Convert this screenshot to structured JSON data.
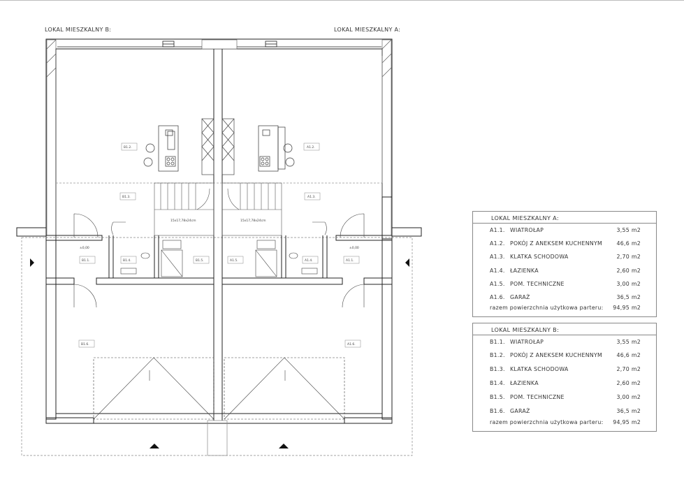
{
  "labels": {
    "unit_b_heading": "LOKAL MIESZKALNY B:",
    "unit_a_heading": "LOKAL MIESZKALNY A:",
    "room_b12": "B1.2.",
    "room_a12": "A1.2.",
    "room_b13": "B1.3.",
    "room_a13": "A1.3.",
    "room_b11": "B1.1.",
    "room_b14": "B1.4.",
    "room_b15": "B1.5.",
    "room_a15": "A1.5.",
    "room_a14": "A1.4.",
    "room_a11": "A1.1.",
    "room_b16": "B1.6.",
    "room_a16": "A1.6.",
    "level_left": "±0,00",
    "level_right": "±0,00",
    "stair_b": "15x17,78x24cm",
    "stair_a": "15x17,78x24cm"
  },
  "table_a": {
    "title": "LOKAL MIESZKALNY A:",
    "rows": [
      {
        "code": "A1.1.",
        "name": "WIATROŁAP",
        "area": "3,55 m2"
      },
      {
        "code": "A1.2.",
        "name": "POKÓJ Z ANEKSEM KUCHENNYM",
        "area": "46,6 m2"
      },
      {
        "code": "A1.3.",
        "name": "KLATKA SCHODOWA",
        "area": "2,70 m2"
      },
      {
        "code": "A1.4.",
        "name": "ŁAZIENKA",
        "area": "2,60 m2"
      },
      {
        "code": "A1.5.",
        "name": "POM. TECHNICZNE",
        "area": "3,00 m2"
      },
      {
        "code": "A1.6.",
        "name": "GARAŻ",
        "area": "36,5 m2"
      }
    ],
    "total_label": "razem powierzchnia użytkowa parteru:",
    "total_value": "94,95 m2"
  },
  "table_b": {
    "title": "LOKAL MIESZKALNY B:",
    "rows": [
      {
        "code": "B1.1.",
        "name": "WIATROŁAP",
        "area": "3,55 m2"
      },
      {
        "code": "B1.2.",
        "name": "POKÓJ Z ANEKSEM KUCHENNYM",
        "area": "46,6 m2"
      },
      {
        "code": "B1.3.",
        "name": "KLATKA SCHODOWA",
        "area": "2,70 m2"
      },
      {
        "code": "B1.4.",
        "name": "ŁAZIENKA",
        "area": "2,60 m2"
      },
      {
        "code": "B1.5.",
        "name": "POM. TECHNICZNE",
        "area": "3,00 m2"
      },
      {
        "code": "B1.6.",
        "name": "GARAŻ",
        "area": "36,5 m2"
      }
    ],
    "total_label": "razem powierzchnia użytkowa parteru:",
    "total_value": "94,95 m2"
  },
  "colors": {
    "line": "#222222",
    "wall_fill": "#ffffff",
    "light": "#999999",
    "frame": "#888888"
  }
}
